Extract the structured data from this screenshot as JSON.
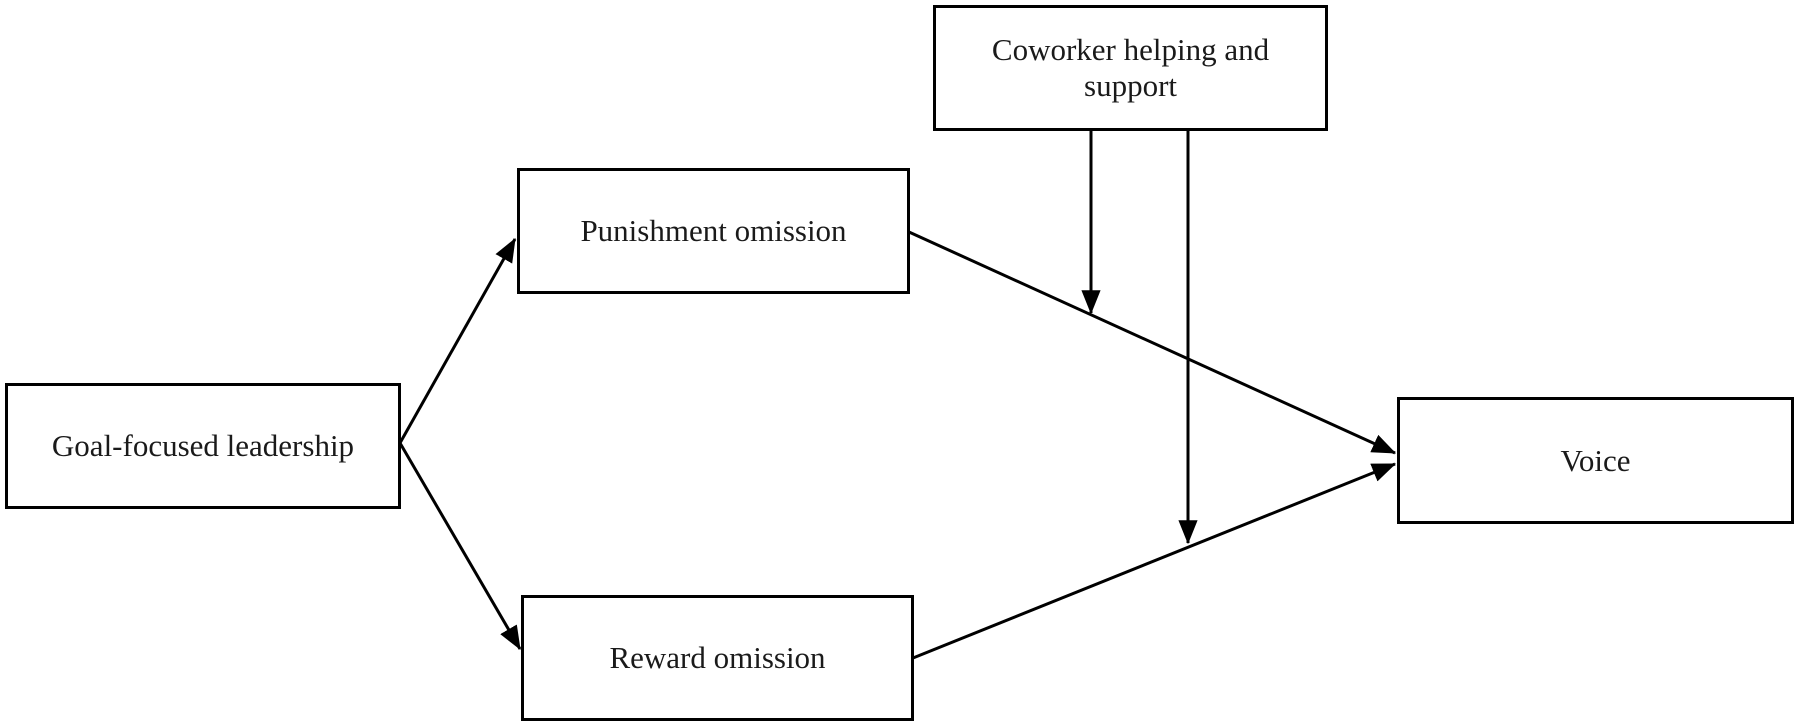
{
  "diagram": {
    "type": "path-model",
    "nodes": {
      "goal_focused_leadership": {
        "label": "Goal-focused leadership"
      },
      "punishment_omission": {
        "label": "Punishment omission"
      },
      "reward_omission": {
        "label": "Reward omission"
      },
      "coworker_helping_support": {
        "label": "Coworker helping and support"
      },
      "voice": {
        "label": "Voice"
      }
    },
    "edges": [
      {
        "from": "goal_focused_leadership",
        "to": "punishment_omission",
        "type": "directed"
      },
      {
        "from": "goal_focused_leadership",
        "to": "reward_omission",
        "type": "directed"
      },
      {
        "from": "punishment_omission",
        "to": "voice",
        "type": "directed"
      },
      {
        "from": "reward_omission",
        "to": "voice",
        "type": "directed"
      },
      {
        "from": "coworker_helping_support",
        "to": "path punishment_omission-voice",
        "type": "moderation"
      },
      {
        "from": "coworker_helping_support",
        "to": "path reward_omission-voice",
        "type": "moderation"
      }
    ],
    "colors": {
      "stroke": "#000000",
      "node_fill": "#ffffff",
      "background": "#ffffff",
      "text": "#1a1a1a"
    }
  }
}
